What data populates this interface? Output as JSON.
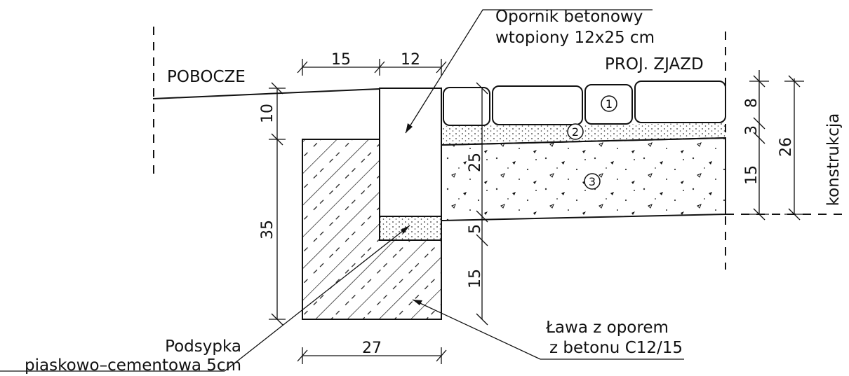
{
  "labels": {
    "curb_line1": "Opornik betonowy",
    "curb_line2": "wtopiony 12x25 cm",
    "shoulder": "POBOCZE",
    "driveway": "PROJ. ZJAZD",
    "sand_line1": "Podsypka",
    "sand_line2": "piaskowo–cementowa 5cm",
    "bench_line1": "Ława z oporem",
    "bench_line2": "z betonu C12/15",
    "structure": "konstrukcja"
  },
  "layers": {
    "layer1": "1",
    "layer2": "2",
    "layer3": "3"
  },
  "dimensions": {
    "top_left": "15",
    "top_right": "12",
    "bottom_width": "27",
    "left_upper": "10",
    "left_lower": "35",
    "curb_height": "25",
    "sand": "5",
    "bench_below": "15",
    "layer1": "8",
    "layer2": "3",
    "layer3": "15",
    "total": "26"
  }
}
